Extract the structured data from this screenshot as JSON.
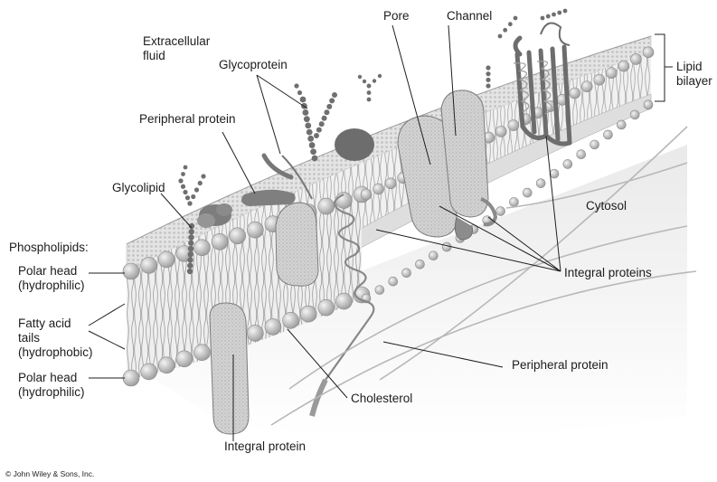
{
  "labels": {
    "extracellular_fluid": "Extracellular\nfluid",
    "glycoprotein": "Glycoprotein",
    "pore": "Pore",
    "channel": "Channel",
    "lipid_bilayer": "Lipid\nbilayer",
    "peripheral_protein_top": "Peripheral protein",
    "glycolipid": "Glycolipid",
    "cytosol": "Cytosol",
    "phospholipids": "Phospholipids:",
    "polar_head_top": "Polar head\n(hydrophilic)",
    "fatty_acid_tails": "Fatty acid\ntails\n(hydrophobic)",
    "polar_head_bottom": "Polar head\n(hydrophilic)",
    "integral_proteins": "Integral proteins",
    "peripheral_protein_bottom": "Peripheral protein",
    "cholesterol": "Cholesterol",
    "integral_protein": "Integral protein"
  },
  "copyright": "© John Wiley & Sons, Inc."
}
